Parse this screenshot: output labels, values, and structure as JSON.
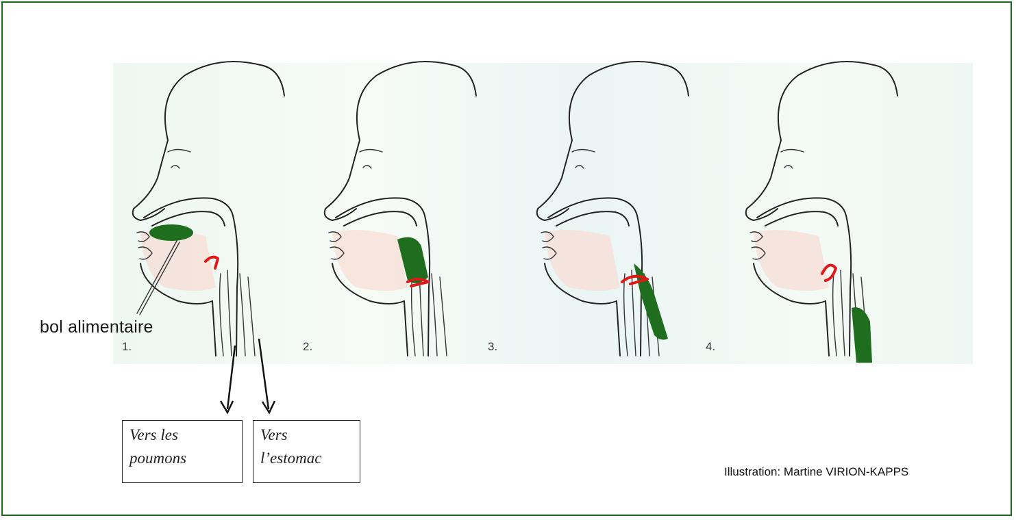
{
  "diagram": {
    "step_labels": [
      "1.",
      "2.",
      "3.",
      "4."
    ],
    "callout": "bol alimentaire",
    "box_lungs": "Vers les\npoumons",
    "box_stomach": "Vers\nl’estomac",
    "credit": "Illustration: Martine VIRION-KAPPS"
  },
  "colors": {
    "frame": "#1e6b1e",
    "bolus": "#1f6e1f",
    "epiglottis": "#e01818"
  }
}
